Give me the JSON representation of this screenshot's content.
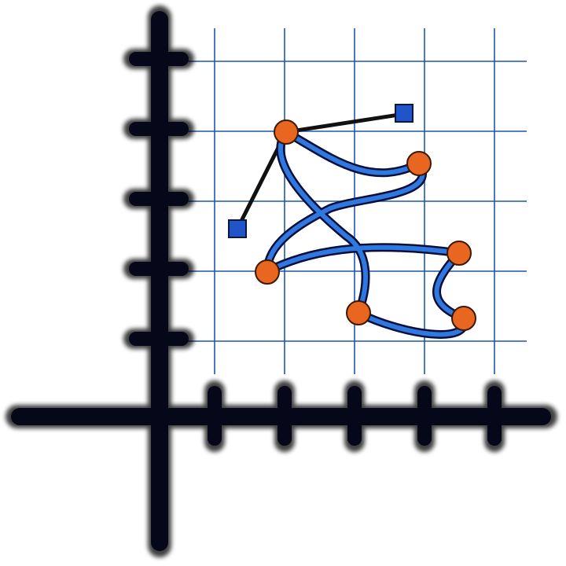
{
  "icon": {
    "name": "bezier-curve-on-grid-icon",
    "description_tag": "spline-tool"
  },
  "colors": {
    "axis": "#07071a",
    "axis_glow": "#000000",
    "grid": "#1e56b4",
    "curve_outline": "#0a0f3a",
    "curve_fill": "#2f78e0",
    "anchor_fill": "#e8661f",
    "anchor_stroke": "#3a1a06",
    "handle_fill": "#1f55c8",
    "handle_stroke": "#0a1540",
    "handle_line": "#111111"
  },
  "grid": {
    "vertical_lines": 5,
    "horizontal_lines": 5
  },
  "axes": {
    "x_ticks": 5,
    "y_ticks": 5
  },
  "curve": {
    "anchor_points": 6,
    "control_handles": 2
  }
}
